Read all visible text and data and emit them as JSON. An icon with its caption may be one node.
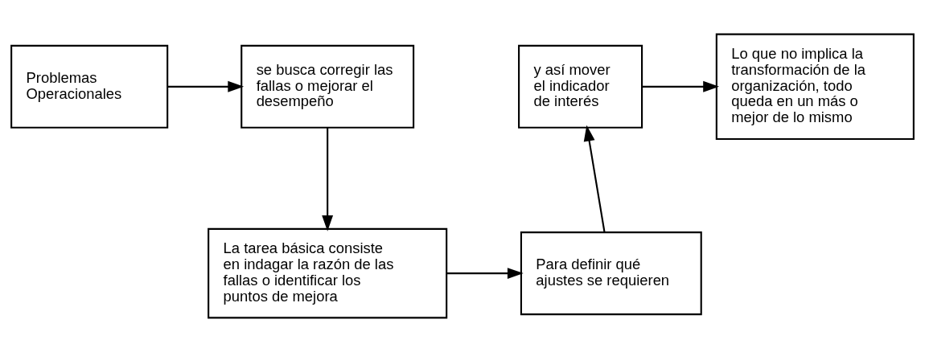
{
  "diagram": {
    "nodes": [
      {
        "text": [
          "Problemas Operacionales"
        ]
      },
      {
        "text": [
          "se busca corregir las fallas o mejorar el desempeño"
        ]
      },
      {
        "text": [
          "y así mover el indicador de interés"
        ]
      },
      {
        "text": [
          "Lo que no implica la transformación de la organización, todo queda en un más o mejor de lo mismo"
        ]
      },
      {
        "text": [
          "La tarea básica consiste en indagar la razón de las fallas o identificar los puntos de mejora"
        ]
      },
      {
        "text": [
          "Para definir qué ajustes se requieren"
        ]
      }
    ],
    "edges": [
      {
        "from": 0,
        "to": 1,
        "arrow": "to"
      },
      {
        "from": 1,
        "to": 4,
        "arrow": "to"
      },
      {
        "from": 4,
        "to": 5,
        "arrow": "to"
      },
      {
        "from": 5,
        "to": 2,
        "arrow": "to"
      },
      {
        "from": 2,
        "to": 3,
        "arrow": "to"
      }
    ]
  }
}
